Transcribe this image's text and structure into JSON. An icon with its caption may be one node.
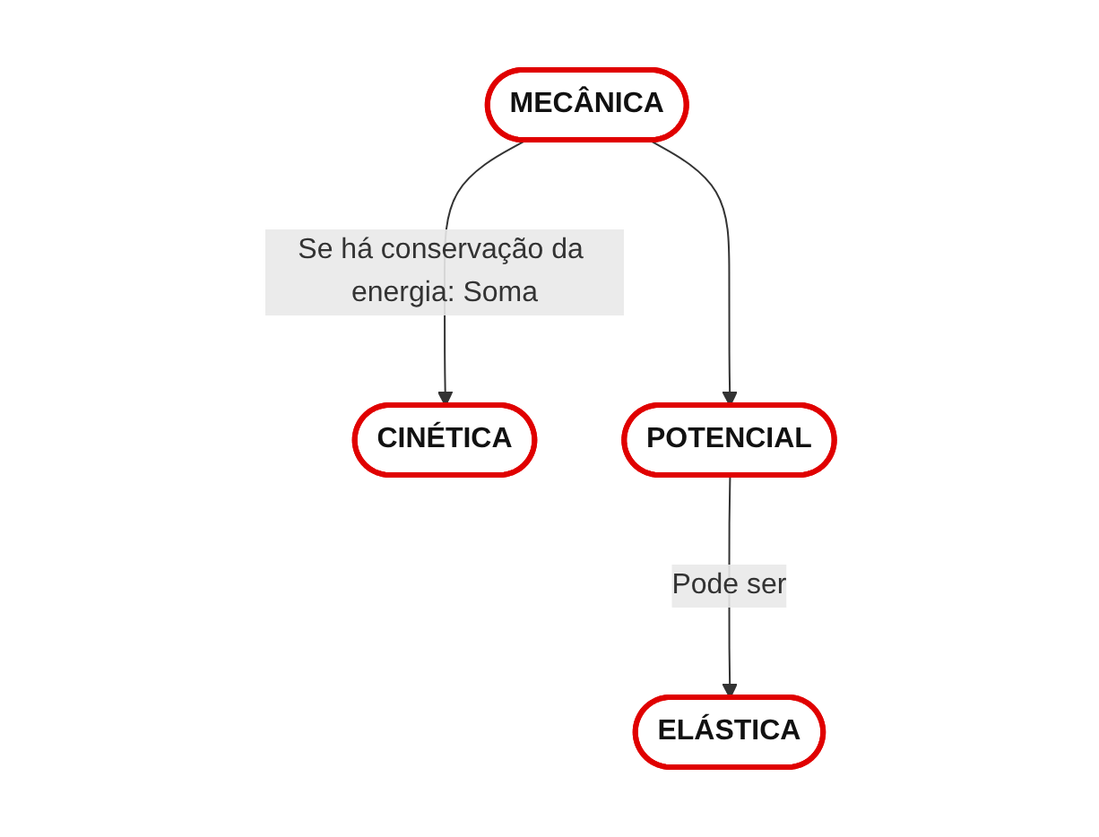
{
  "diagram": {
    "nodes": [
      {
        "text": [
          "MECÂNICA"
        ]
      },
      {
        "text": [
          "CINÉTICA"
        ]
      },
      {
        "text": [
          "POTENCIAL"
        ]
      },
      {
        "text": [
          "ELÁSTICA"
        ]
      }
    ],
    "edges": [
      {
        "from": 0,
        "to": 1,
        "arrow": "to",
        "label": "Se há conservação da energia: Soma"
      },
      {
        "from": 0,
        "to": 2,
        "arrow": "to"
      },
      {
        "from": 2,
        "to": 3,
        "arrow": "to",
        "label": "Pode ser"
      }
    ]
  }
}
